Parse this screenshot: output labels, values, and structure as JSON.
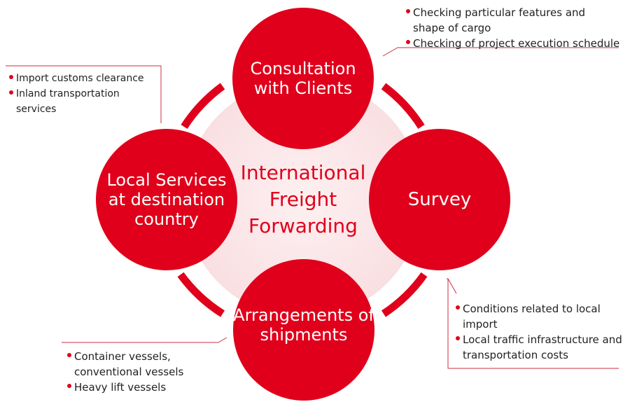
{
  "colors": {
    "accent": "#e0001b",
    "center_glow": "#fbe6e8",
    "callout_line": "#c8323f"
  },
  "center": {
    "title": "International\nFreight\nForwarding"
  },
  "nodes": {
    "consultation": "Consultation\nwith Clients",
    "survey": "Survey",
    "arrangements": "Arrangements of\nshipments",
    "local_services": "Local Services\nat destination\ncountry"
  },
  "callouts": {
    "consultation": [
      "Checking particular features and\n shape of cargo",
      "Checking of project execution schedule"
    ],
    "survey": [
      "Conditions related to local\n import",
      "Local traffic infrastructure and\n transportation costs"
    ],
    "arrangements": [
      "Container vessels,\n conventional vessels",
      "Heavy lift vessels"
    ],
    "local_services": [
      "Import customs clearance",
      "Inland transportation services"
    ]
  }
}
